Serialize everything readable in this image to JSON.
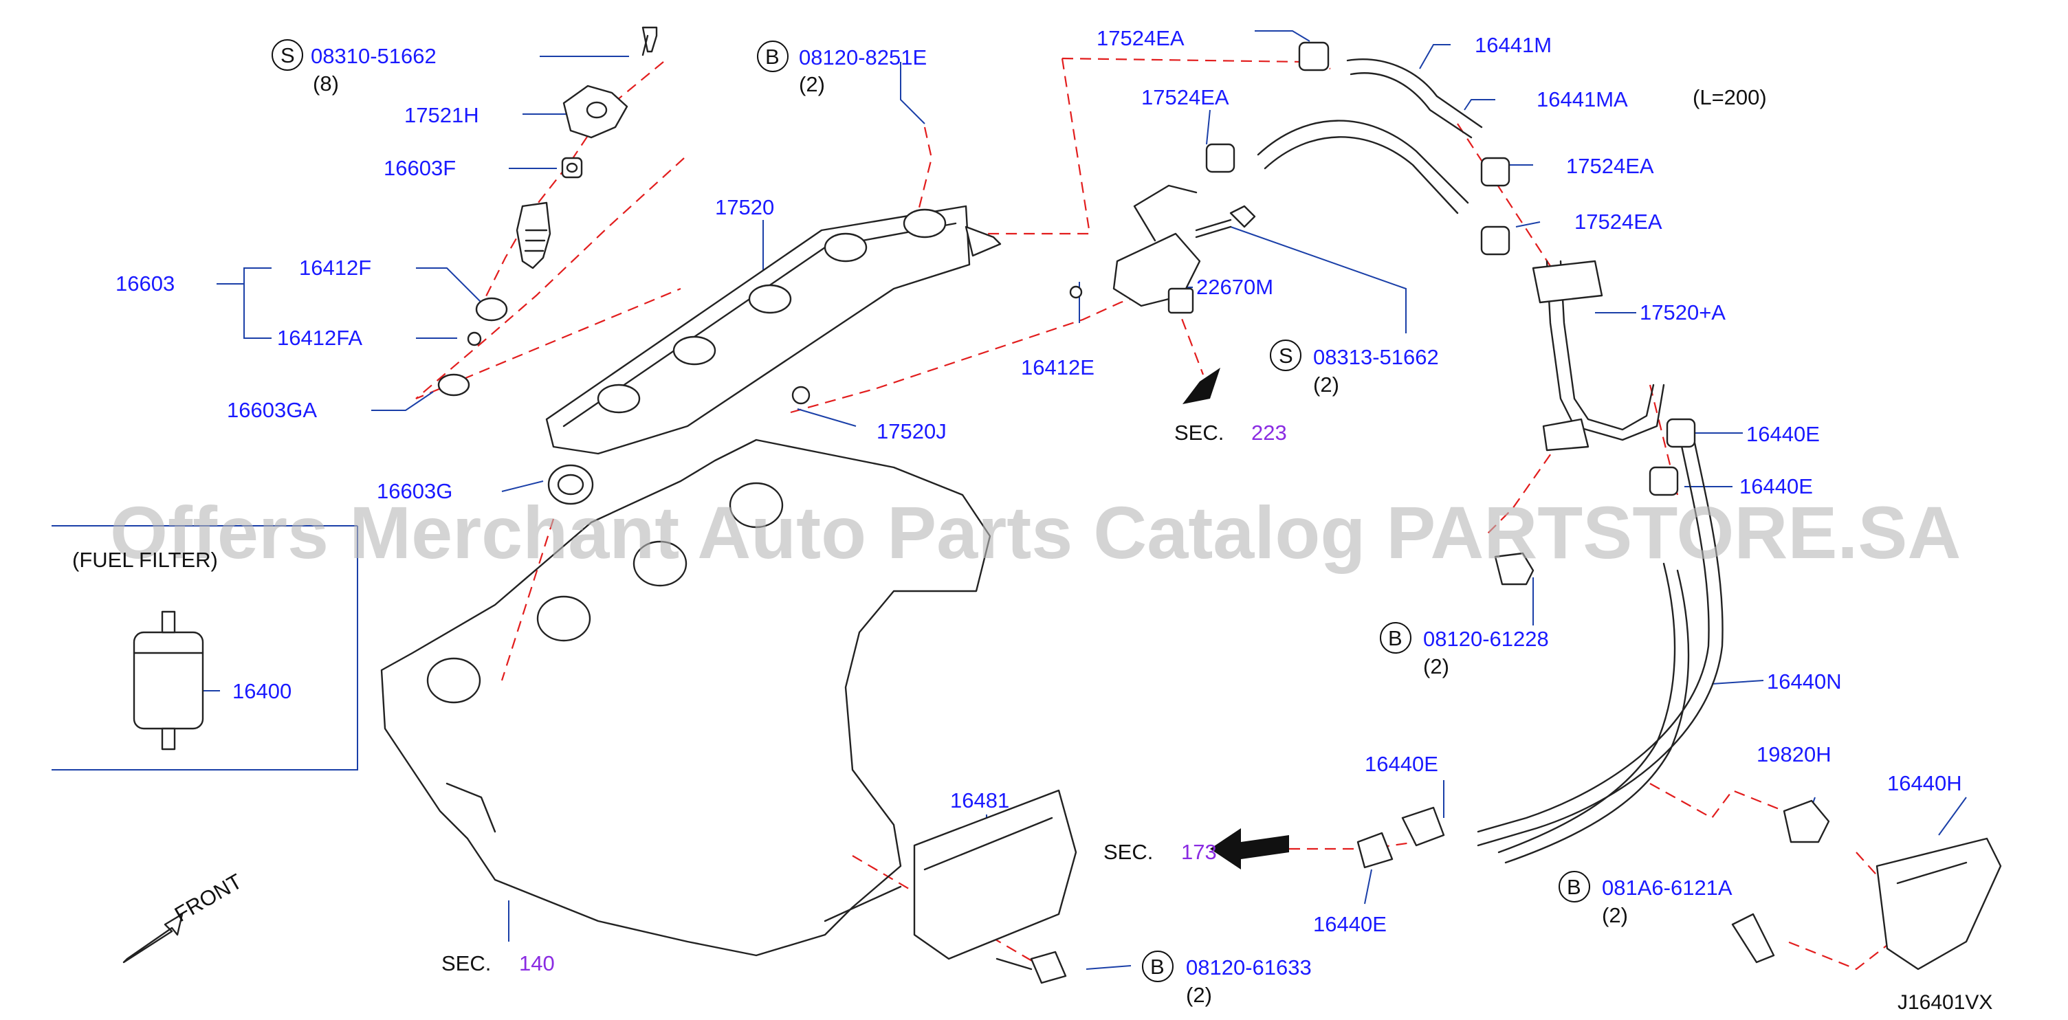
{
  "watermark": "Offers Merchant Auto Parts Catalog PARTSTORE.SA",
  "diagram_code": "J16401VX",
  "front_label": "FRONT",
  "filter_label": "(FUEL   FILTER)",
  "length_note": "(L=200)",
  "bolt_marks": {
    "s": "S",
    "b": "B"
  },
  "parts": {
    "p08310": "08310-51662",
    "q08310": "(8)",
    "p17521H": "17521H",
    "p16603F": "16603F",
    "p16603": "16603",
    "p16412F": "16412F",
    "p16412FA": "16412FA",
    "p16603GA": "16603GA",
    "p16603G": "16603G",
    "p08120_8251E": "08120-8251E",
    "q08120_8251E": "(2)",
    "p17520": "17520",
    "p17520J": "17520J",
    "p17524EA_1": "17524EA",
    "p17524EA_2": "17524EA",
    "p17524EA_3": "17524EA",
    "p17524EA_4": "17524EA",
    "p16441M": "16441M",
    "p16441MA": "16441MA",
    "p22670M": "22670M",
    "p16412E": "16412E",
    "p08313": "08313-51662",
    "q08313": "(2)",
    "p17520A": "17520+A",
    "p16440E_1": "16440E",
    "p16440E_2": "16440E",
    "p16440E_3": "16440E",
    "p16440E_4": "16440E",
    "p08120_61228": "08120-61228",
    "q08120_61228": "(2)",
    "p16440N": "16440N",
    "p19820H": "19820H",
    "p16440H": "16440H",
    "p081A6": "081A6-6121A",
    "q081A6": "(2)",
    "p16400": "16400",
    "p16481": "16481",
    "p08120_61633": "08120-61633",
    "q08120_61633": "(2)"
  },
  "sections": {
    "sec_word": "SEC.",
    "s223": "223",
    "s173": "173",
    "s140": "140"
  }
}
